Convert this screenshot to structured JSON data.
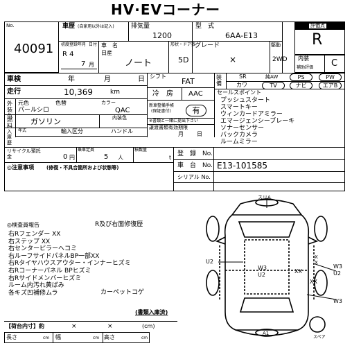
{
  "title": "HV·EVコーナー",
  "lot_label": "No.",
  "lot_number": "40091",
  "car_type_label": "車歴",
  "car_type_note": "(自家用以外は記入)",
  "displacement_label": "排気量",
  "displacement": "1200",
  "model_label": "型　式",
  "model": "6AA-E13",
  "rating_label": "評価点",
  "rating": "R",
  "first_reg_label": "初度登録年月",
  "first_reg_note": "日付",
  "first_reg_year": "R 4",
  "first_reg_month": "7",
  "month_unit": "月",
  "maker_label": "車　名",
  "maker": "日産",
  "car_name": "ノート",
  "doors_label": "形状・ドア数",
  "doors": "5D",
  "grade_label": "グレード",
  "grade": "×",
  "drive_label": "駆動",
  "drive": "2WD",
  "interior_label": "内装",
  "interior_sub": "補助評価",
  "interior": "C",
  "inspection_label": "車検",
  "year_unit": "年",
  "day_unit": "日",
  "mileage_label": "走行",
  "mileage": "10,369",
  "km_unit": "km",
  "shift_label": "シフト",
  "shift": "FAT",
  "ac_label": "冷　房",
  "ac": "AAC",
  "manual_label": "新車整備手帳",
  "manual_sub": "(保証書付)",
  "manual": "有",
  "manual_note": "※書類と一緒に提出下さい",
  "recycle_id_label": "譲渡書類有効期限",
  "equip_label": "装備",
  "equip_sr": "SR",
  "equip_aw": "純AW",
  "equip_ps": "PS",
  "equip_pw": "PW",
  "equip_leather": "カワ",
  "equip_tv": "TV",
  "equip_navi": "ナビ",
  "equip_airbag": "エアB",
  "color_label": "外装色",
  "color_orig": "元色",
  "color_current_label": "色替",
  "color_code_label": "カラー",
  "color_code": "QAC",
  "color": "パールシロ",
  "fuel_label": "燃料",
  "fuel": "ガソリン",
  "int_color_label": "内装色",
  "import_label": "入庫歴",
  "import_year": "年式",
  "import_cat": "輸入区分",
  "handle_label": "ハンドル",
  "sales_points_label": "セールスポイント",
  "sales_points": [
    "プッシュスタート",
    "スマートキー",
    "ウィンカードアミラー",
    "エマージェンシーブレーキ",
    "ソナーセンサー",
    "バックカメラ",
    "ルームミラー"
  ],
  "recycle_label": "リサイクル預託金",
  "recycle_value": "0",
  "yen_unit": "円",
  "capacity_label": "乗車定員",
  "capacity": "5",
  "capacity_unit": "人",
  "load_label": "積載量",
  "load_unit": "t",
  "reg_no_label": "登　録　No.",
  "chassis_label": "車　台　No.",
  "chassis": "E13-101585",
  "serial_label": "シリアル No.",
  "notes_label": "◎注意事項",
  "notes_sub": "(修復・不具合箇所および状態等)",
  "inspection_report_label": "◎検査員報告",
  "repair_note": "R及び右面修復歴",
  "report_lines": [
    "右Rフェンダー XX",
    "右ステップ XX",
    "右センターピラーヘコミ",
    "右ルーフサイドパネルBP一部XX",
    "右Rタイヤハウスアウター・インナーヒズミ",
    "右Rコーナーパネル BPヒズミ",
    "右Rサイドメンバーヒズミ",
    "ルーム内汚れ黄ばみ",
    "各キズ凹補修ムラ"
  ],
  "carpet_note": "カーペットコゲ",
  "docs_note": "(書類入庫済)",
  "cargo_label": "【荷台内寸】約",
  "cargo_x1": "×",
  "cargo_x2": "×",
  "cargo_unit": "(cm)",
  "length_label": "長さ",
  "width_label": "幅",
  "height_label": "高さ",
  "cm_unit": "cm",
  "diagram": {
    "top": "スリA",
    "left": "U2",
    "center1": "W3",
    "center2": "U2",
    "right_xx": "XX",
    "right_w3": "W3",
    "right_u2": "U2",
    "right_x1": "X",
    "right_x2": "X",
    "right_xx2": "XX",
    "bottom_w3": "W3",
    "bottom": "A1",
    "spare": "スペア"
  }
}
